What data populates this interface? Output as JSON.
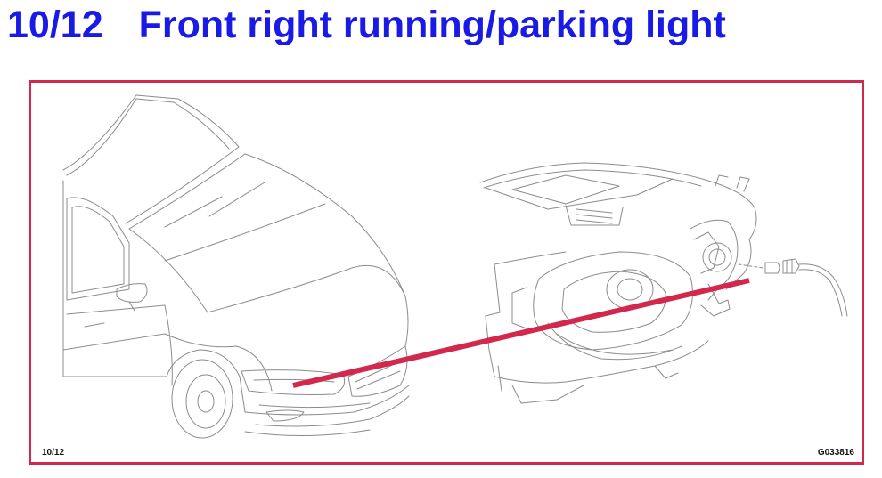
{
  "header": {
    "step": "10/12",
    "title": "Front right running/parking light"
  },
  "figure": {
    "step_label": "10/12",
    "figure_id": "G033816",
    "accent_color": "#d2284e",
    "title_color": "#1a1ae6",
    "line_color": "#888888"
  }
}
